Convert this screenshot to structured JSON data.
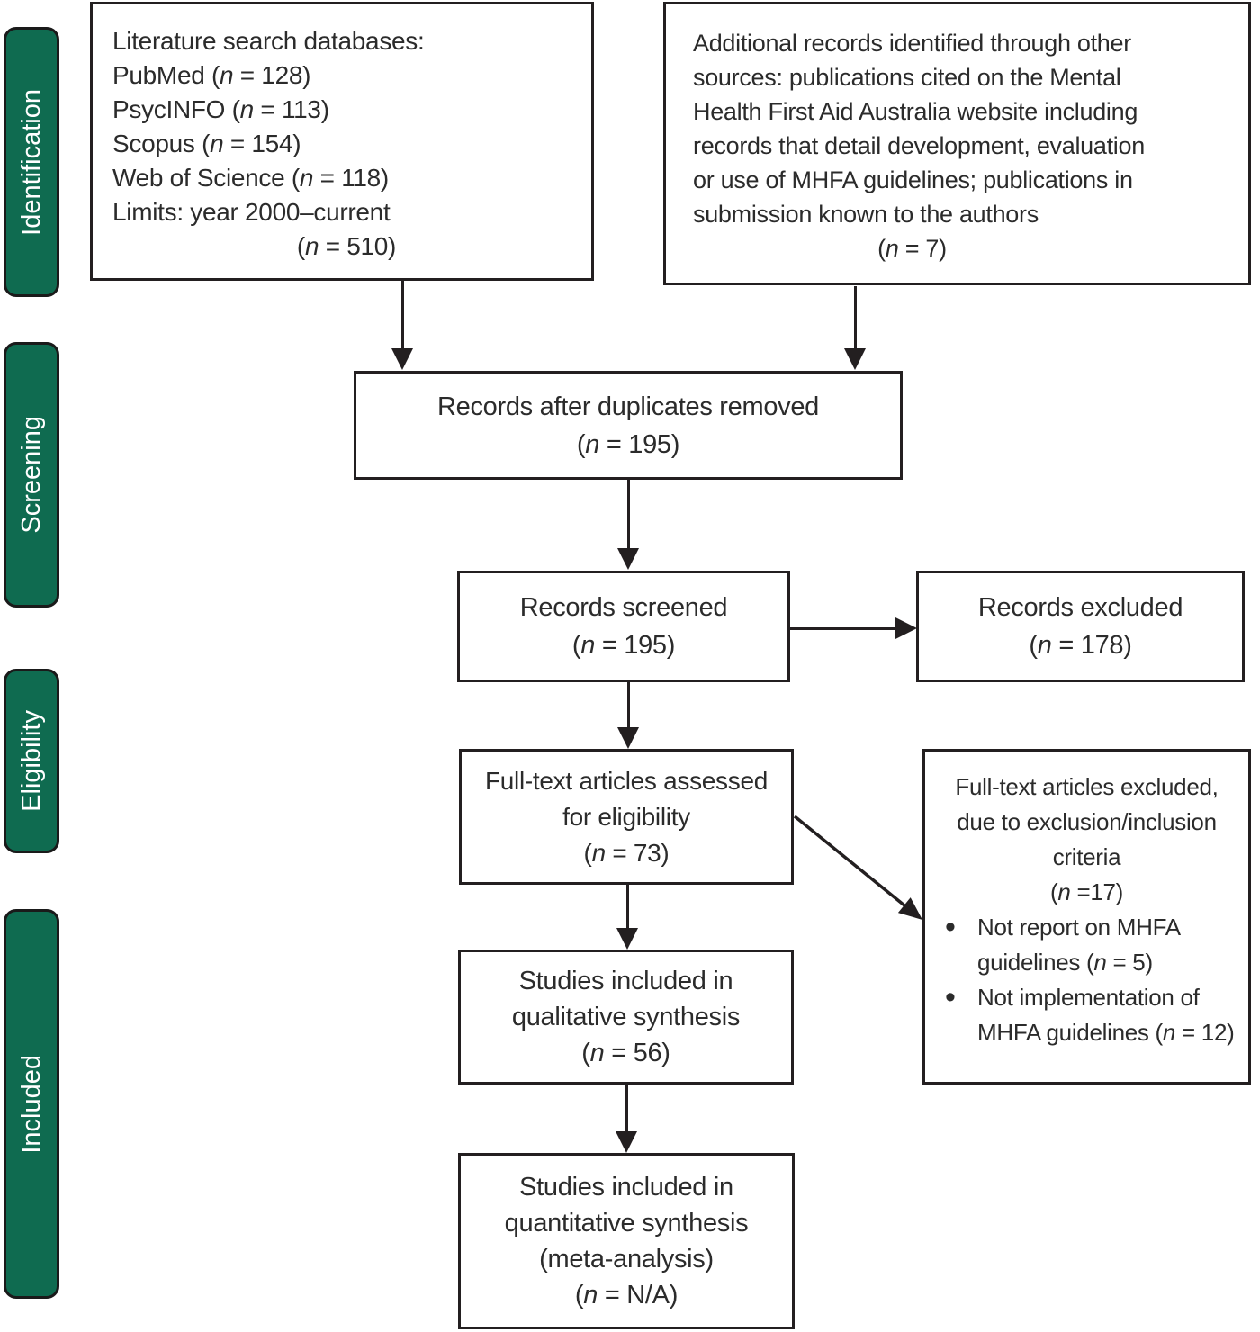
{
  "figure": {
    "accent_green": "#0f6b50",
    "line_color": "#231f20",
    "text_color": "#2b2b2b"
  },
  "stages": [
    {
      "label": "Identification"
    },
    {
      "label": "Screening"
    },
    {
      "label": "Eligibility"
    },
    {
      "label": "Included"
    }
  ],
  "boxes": {
    "literature": {
      "lines": [
        "Literature search databases:",
        "PubMed (n = 128)",
        "PsycINFO (n = 113)",
        "Scopus (n = 154)",
        "Web of Science (n = 118)",
        "Limits: year 2000–current"
      ],
      "total": "(n = 510)"
    },
    "additional": {
      "lines": [
        "Additional records identified through other",
        "sources: publications cited on the Mental",
        "Health First Aid Australia website including",
        "records that detail development, evaluation",
        "or use of MHFA guidelines; publications in",
        "submission known to the authors"
      ],
      "total": "(n = 7)"
    },
    "duplicates": {
      "lines": [
        "Records after duplicates removed",
        "(n = 195)"
      ]
    },
    "screened": {
      "lines": [
        "Records screened",
        "(n = 195)"
      ]
    },
    "excluded": {
      "lines": [
        "Records excluded",
        "(n = 178)"
      ]
    },
    "fulltext": {
      "lines": [
        "Full-text articles assessed",
        "for eligibility",
        "(n = 73)"
      ]
    },
    "ft_excluded": {
      "lines": [
        "Full-text articles excluded,",
        "due to exclusion/inclusion",
        "criteria",
        "(n =17)"
      ],
      "bullets": [
        "Not report on MHFA guidelines (n = 5)",
        "Not implementation of MHFA guidelines (n = 12)"
      ]
    },
    "qualitative": {
      "lines": [
        "Studies included in",
        "qualitative synthesis",
        "(n = 56)"
      ]
    },
    "quantitative": {
      "lines": [
        "Studies included in",
        "quantitative synthesis",
        "(meta-analysis)",
        "(n = N/A)"
      ]
    }
  }
}
